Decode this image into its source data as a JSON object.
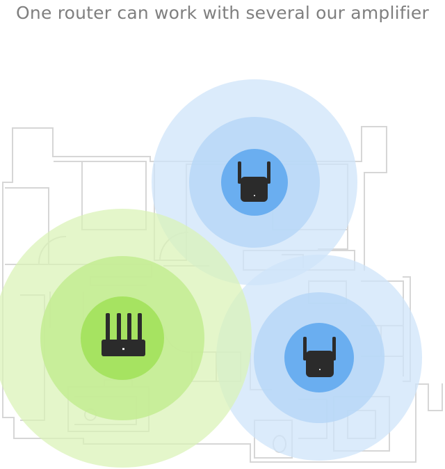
{
  "headline": "One router can work with several our amplifier",
  "colors": {
    "background": "#ffffff",
    "headline": "#7f7f7f",
    "floorplan_lines": "#d6d6d6",
    "router_outer": "#d6f3b2",
    "router_mid": "#c2eb8f",
    "router_core": "#a6e361",
    "amplifier_outer": "#dbecfb",
    "amplifier_mid": "#bfdcf8",
    "amplifier_core": "#6aaef0",
    "device_body": "#2b2b2b"
  },
  "illustration": {
    "devices": [
      {
        "kind": "router",
        "icon": "router-icon",
        "antennas": 4
      },
      {
        "kind": "amplifier",
        "icon": "amplifier-icon",
        "antennas": 2
      },
      {
        "kind": "amplifier",
        "icon": "amplifier-icon",
        "antennas": 2
      }
    ]
  }
}
